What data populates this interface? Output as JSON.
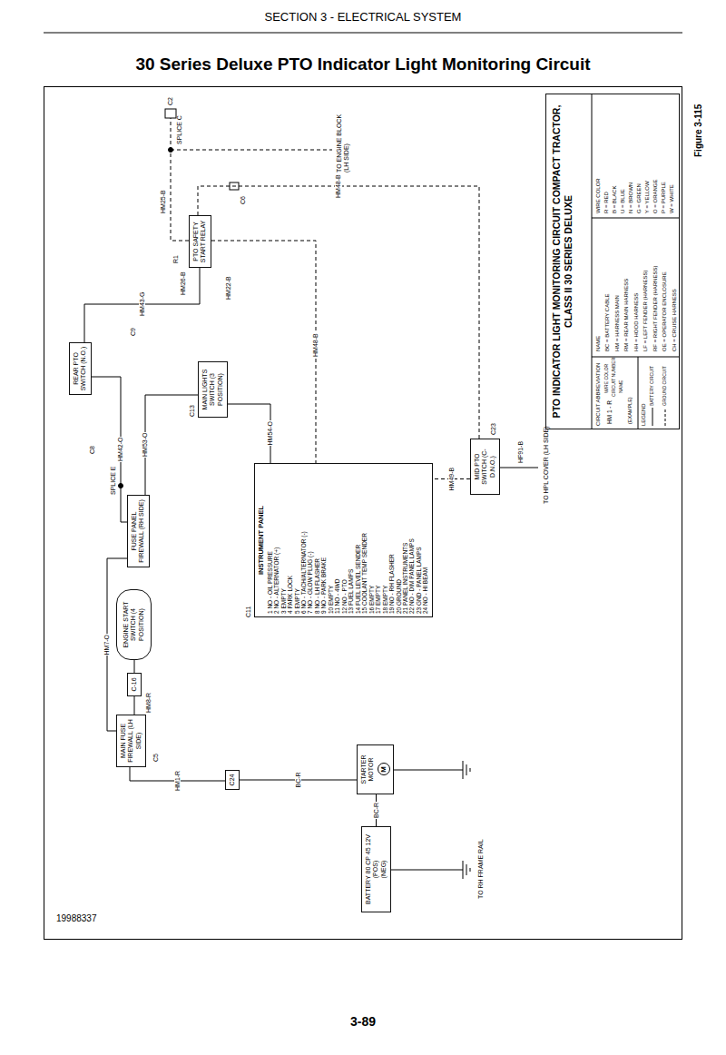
{
  "diagram": {
    "title": "30 Series Deluxe PTO Indicator Light Monitoring Circuit",
    "nodes": [
      {
        "text": [
          "BATTERY 80 CP 45 12V",
          "(POS)",
          "(NEG)"
        ]
      },
      {
        "text": [
          "STARTER MOTOR",
          "M"
        ]
      },
      {
        "text": [
          "MAIN FUSE FIREWALL (LH SIDE)"
        ]
      },
      {
        "text": [
          "C24"
        ]
      },
      {
        "text": [
          "C-16"
        ]
      },
      {
        "text": [
          "ENGINE START SWITCH (4 POSITION)"
        ]
      },
      {
        "text": [
          "FUSE PANEL FIREWALL (RH SIDE)"
        ]
      },
      {
        "text": [
          "INSTRUMENT PANEL",
          "1 NO - OIL PRESSURE",
          "2 NO - ALTERNATOR (+)",
          "3 EMPTY",
          "4 PARK LOCK",
          "5 EMPTY",
          "6 NO - TACH/ALTERNATOR (-)",
          "7 NO - GLOW PLUG (-)",
          "8 NO - LH FLASHER",
          "9 NO - PARK BRAKE",
          "10 EMPTY",
          "11 NO - 4WD",
          "12 NO - PTO",
          "13 FUEL LAMPS",
          "14 FUEL LEVEL SENDER",
          "15 COOLANT TEMP SENDER",
          "16 EMPTY",
          "17 EMPTY",
          "18 EMPTY",
          "19 NO - RH FLASHER",
          "20 GROUND",
          "21 PANEL INSTRUMENTS",
          "22 NO - DIM PANEL LAMPS",
          "23 GND - PANEL LAMPS",
          "24 NO - HI BEAM"
        ]
      },
      {
        "text": [
          "MAIN LIGHTS SWITCH (3 POSITION)"
        ]
      },
      {
        "text": [
          "REAR PTO SWITCH (N.O.)"
        ]
      },
      {
        "text": [
          "PTO SAFETY START RELAY"
        ]
      },
      {
        "text": [
          "MID PTO SWITCH (C-D.N.O.)"
        ]
      },
      {
        "text": [
          "PTO INDICATOR LIGHT MONITORING CIRCUIT COMPACT TRACTOR, CLASS II 30 SERIES DELUXE"
        ]
      }
    ],
    "edges": [
      {
        "from": 0,
        "to": 1,
        "arrow": "none",
        "label": "BC-R"
      },
      {
        "from": 1,
        "to": 3,
        "arrow": "none",
        "label": "BC-R"
      },
      {
        "from": 3,
        "to": 2,
        "arrow": "none",
        "label": "HM1-R"
      },
      {
        "from": 2,
        "to": 4,
        "arrow": "none"
      },
      {
        "from": 4,
        "to": 5,
        "arrow": "none"
      },
      {
        "from": 2,
        "to": 6,
        "arrow": "none",
        "label": "HM7-O"
      },
      {
        "from": 6,
        "to": 8,
        "arrow": "none",
        "label": "HM53-O"
      },
      {
        "from": 6,
        "to": 9,
        "arrow": "none",
        "label": "HM42-O"
      },
      {
        "from": 8,
        "to": 7,
        "arrow": "none",
        "label": "HM54-O"
      },
      {
        "from": 9,
        "to": 10,
        "arrow": "none",
        "label": "HM43-G"
      },
      {
        "from": 10,
        "to": 7,
        "arrow": "none",
        "label": "HM48-B"
      },
      {
        "from": 10,
        "to": 11,
        "arrow": "none",
        "label": "HM48-B"
      },
      {
        "from": 11,
        "to": 7,
        "arrow": "none",
        "label": "HM49-B"
      }
    ],
    "labels": [
      "SECTION 3 - ELECTRICAL SYSTEM",
      "3-89",
      "19988337",
      "Figure 3-115",
      "C5",
      "HM8-R",
      "C13",
      "R1",
      "C23",
      "C11",
      "C8",
      "SPLICE E",
      "C9",
      "C6",
      "SPLICE C",
      "C2",
      "TO ENGINE BLOCK (LH SIDE)",
      "TO RH FRAME RAIL",
      "TO HPL COVER (LH SIDE)",
      "HF91-B",
      "HM25-B",
      "HM26-B",
      "HM22-B",
      "CIRCUIT ABBREVIATION",
      "HM 1 - R",
      "WIRE COLOR",
      "CIRCUIT NUMBER",
      "NAME",
      "(EXAMPLE)",
      "LEGEND",
      "NAME",
      "BC = BATTERY CABLE",
      "HM = HARNESS MAIN",
      "RM = REAR MAIN HARNESS",
      "HH = HOOD HARNESS",
      "LF = LEFT FENDER (HARNESS)",
      "RF = RIGHT FENDER (HARNESS)",
      "OE = OPERATOR ENCLOSURE",
      "CH = CRUISE HARNESS",
      "WIRE COLOR",
      "R = RED",
      "B = BLACK",
      "U = BLUE",
      "N = BROWN",
      "G = GREEN",
      "Y = YELLOW",
      "O = ORANGE",
      "P = PURPLE",
      "W = WHITE"
    ],
    "legend": [
      {
        "text": "BATTERY CIRCUIT"
      },
      {
        "text": "GROUND CIRCUIT"
      }
    ]
  }
}
